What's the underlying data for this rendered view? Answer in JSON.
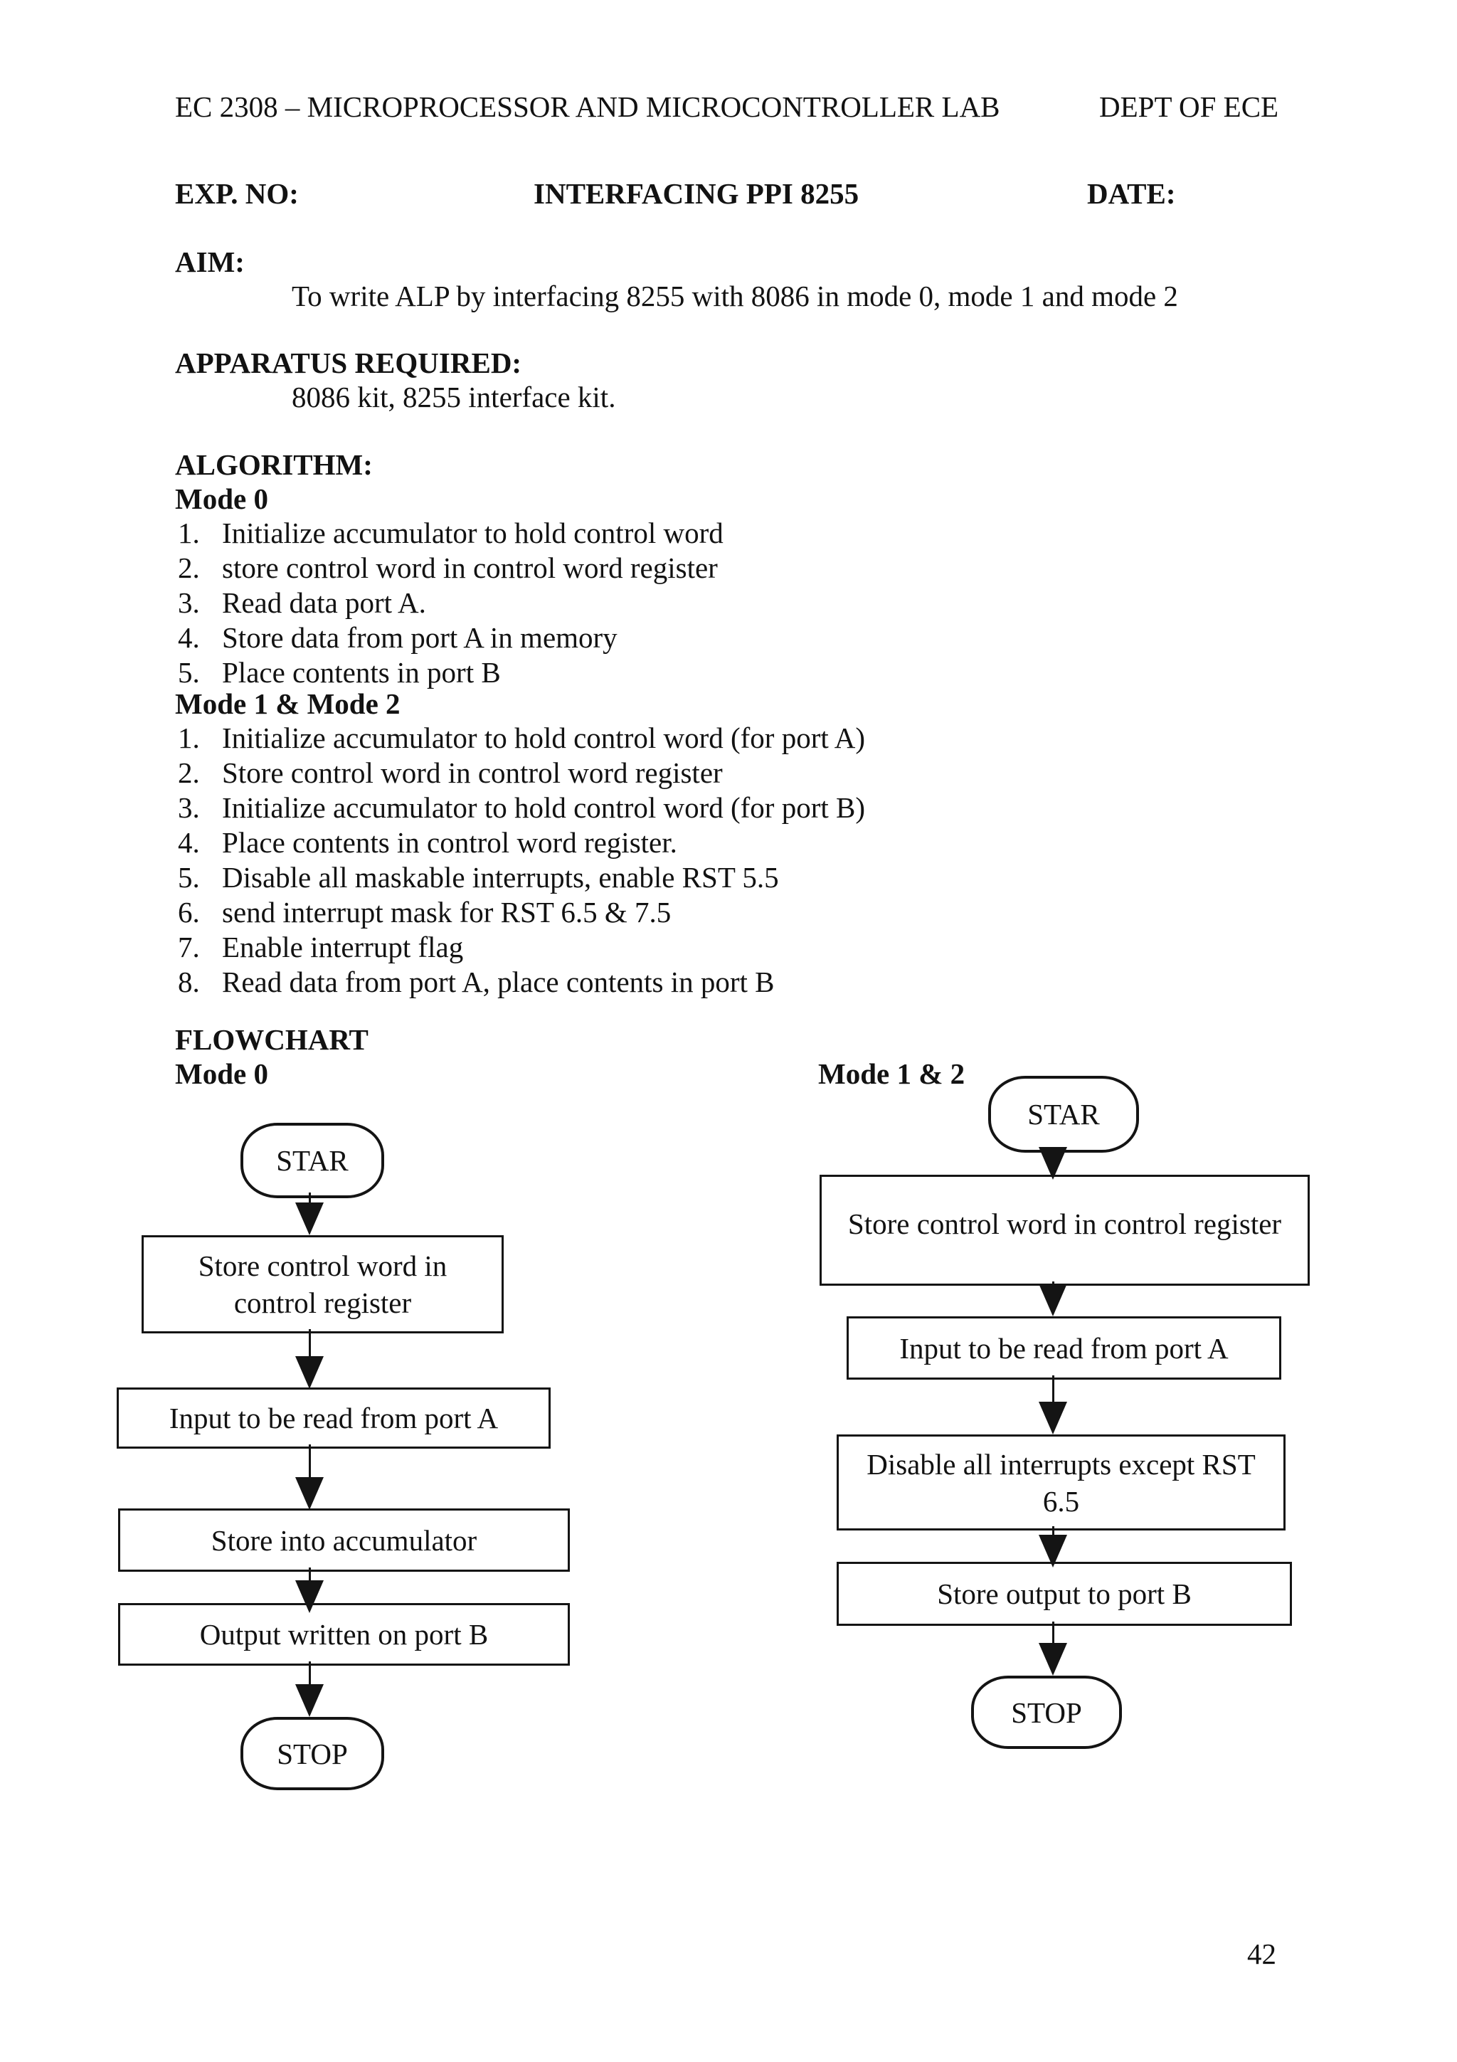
{
  "header": {
    "course": "EC 2308 – MICROPROCESSOR AND MICROCONTROLLER LAB",
    "department": "DEPT OF ECE"
  },
  "title_row": {
    "exp_no": "EXP. NO:",
    "title": "INTERFACING PPI 8255",
    "date": "DATE:"
  },
  "aim": {
    "heading": "AIM:",
    "text": "To write ALP by interfacing 8255 with 8086 in mode 0, mode 1 and mode 2"
  },
  "apparatus": {
    "heading": "APPARATUS REQUIRED:",
    "text": "8086 kit, 8255 interface kit."
  },
  "algorithm": {
    "heading": "ALGORITHM:",
    "mode0": {
      "heading": "Mode 0",
      "numbers": [
        "1.",
        "2.",
        "3.",
        "4.",
        "5."
      ],
      "steps": [
        "Initialize accumulator to hold control word",
        "store control word in control word register",
        "Read data port A.",
        "Store data from port A in memory",
        "Place contents in port B"
      ]
    },
    "mode12": {
      "heading": "Mode 1 & Mode 2",
      "numbers": [
        "1.",
        "2.",
        "3.",
        "4.",
        "5.",
        "6.",
        "7.",
        "8."
      ],
      "steps": [
        "Initialize accumulator to hold control word (for port A)",
        "Store control word in control word register",
        "Initialize accumulator to hold control word (for port B)",
        "Place contents in control word register.",
        "Disable all maskable interrupts, enable RST 5.5",
        "send interrupt mask for RST 6.5 & 7.5",
        "Enable interrupt flag",
        "Read data from port A, place contents in port B"
      ]
    }
  },
  "flowchart": {
    "heading": "FLOWCHART",
    "mode0": {
      "label": "Mode 0",
      "start": "STAR",
      "steps": [
        "Store control word in control register",
        "Input to be read from port A",
        "Store into accumulator",
        "Output written on port B"
      ],
      "end": "STOP"
    },
    "mode12": {
      "label": "Mode 1 & 2",
      "start": "STAR",
      "steps": [
        "Store control word in control register",
        "Input to be read from port A",
        "Disable all interrupts except RST 6.5",
        "Store output to port B"
      ],
      "end": "STOP"
    }
  },
  "footer": {
    "page_number": "42"
  },
  "colors": {
    "text": "#121212",
    "background": "#ffffff",
    "line": "#141414"
  }
}
